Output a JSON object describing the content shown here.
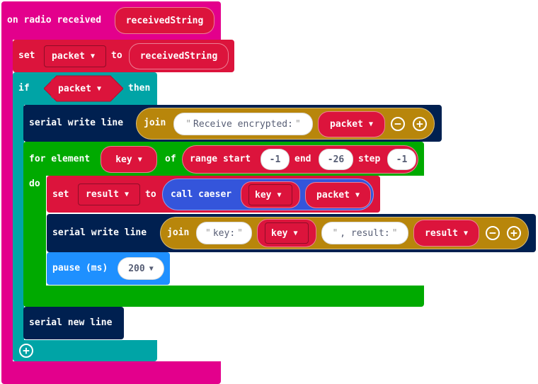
{
  "colors": {
    "radio": "#E3008C",
    "variables": "#DC143C",
    "logic": "#00A4A6",
    "serial": "#002050",
    "loops": "#00AA00",
    "text": "#B8860B",
    "functions": "#3455DB",
    "basic": "#1E90FF"
  },
  "radio_block": {
    "label": "on radio received",
    "param": "receivedString"
  },
  "set_packet": {
    "set": "set",
    "var": "packet",
    "to": "to",
    "value": "receivedString"
  },
  "if_block": {
    "if": "if",
    "var": "packet",
    "then": "then",
    "add_icon": "plus-circle-icon"
  },
  "serial_encrypted": {
    "label": "serial write line",
    "join": "join",
    "text": "Receive encrypted: ",
    "var": "packet"
  },
  "for_block": {
    "label": "for element",
    "var": "key",
    "of": "of",
    "range": "range start",
    "start": "-1",
    "end_label": "end",
    "end": "-26",
    "step_label": "step",
    "step": "-1",
    "do": "do"
  },
  "set_result": {
    "set": "set",
    "var": "result",
    "to": "to",
    "call": "call caeser",
    "arg1": "key",
    "arg2": "packet"
  },
  "serial_key": {
    "label": "serial write line",
    "join": "join",
    "text1": "key: ",
    "var1": "key",
    "text2": ", result: ",
    "var2": "result"
  },
  "pause_block": {
    "label": "pause (ms)",
    "value": "200"
  },
  "serial_newline": {
    "label": "serial new line"
  },
  "glyphs": {
    "caret": "▼",
    "minus": "−",
    "plus": "+",
    "quote": "\""
  }
}
